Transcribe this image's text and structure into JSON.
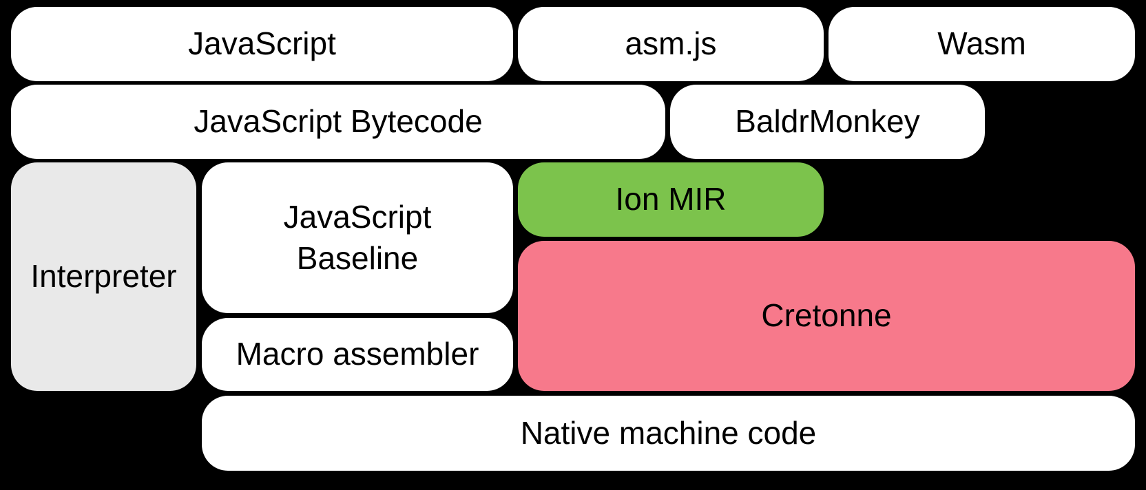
{
  "diagram": {
    "background_color": "#000000",
    "text_color": "#000000",
    "boxes": [
      {
        "id": "javascript",
        "label": "JavaScript",
        "fill": "#ffffff"
      },
      {
        "id": "asm-js",
        "label": "asm.js",
        "fill": "#ffffff"
      },
      {
        "id": "wasm",
        "label": "Wasm",
        "fill": "#ffffff"
      },
      {
        "id": "javascript-bytecode",
        "label": "JavaScript Bytecode",
        "fill": "#ffffff"
      },
      {
        "id": "baldrmonkey",
        "label": "BaldrMonkey",
        "fill": "#ffffff"
      },
      {
        "id": "interpreter",
        "label": "Interpreter",
        "fill": "#e9e9e9"
      },
      {
        "id": "javascript-baseline",
        "label": "JavaScript Baseline",
        "fill": "#ffffff"
      },
      {
        "id": "ion-mir",
        "label": "Ion MIR",
        "fill": "#7cc34c"
      },
      {
        "id": "cretonne",
        "label": "Cretonne",
        "fill": "#f7798b"
      },
      {
        "id": "macro-assembler",
        "label": "Macro assembler",
        "fill": "#ffffff"
      },
      {
        "id": "native-machine-code",
        "label": "Native machine code",
        "fill": "#ffffff"
      }
    ]
  }
}
